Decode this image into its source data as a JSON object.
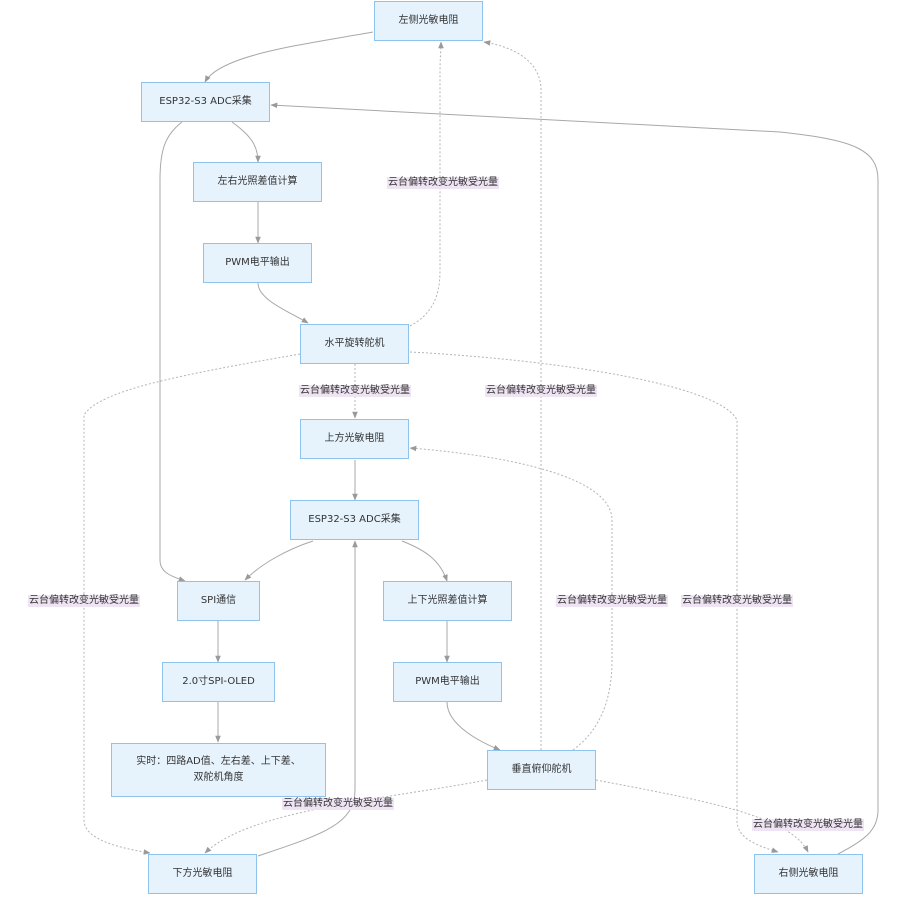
{
  "nodes": {
    "left_ldr": "左侧光敏电阻",
    "adc1": "ESP32-S3 ADC采集",
    "lr_diff": "左右光照差值计算",
    "pwm1": "PWM电平输出",
    "h_servo": "水平旋转舵机",
    "top_ldr": "上方光敏电阻",
    "adc2": "ESP32-S3 ADC采集",
    "spi": "SPI通信",
    "ud_diff": "上下光照差值计算",
    "oled": "2.0寸SPI-OLED",
    "pwm2": "PWM电平输出",
    "realtime": "实时：四路AD值、左右差、上下差、\n双舵机角度",
    "v_servo": "垂直俯仰舵机",
    "bottom_ldr": "下方光敏电阻",
    "right_ldr": "右侧光敏电阻"
  },
  "edge_label": "云台偏转改变光敏受光量",
  "colors": {
    "node_fill": "#e6f3fd",
    "node_border": "#8ec3ee",
    "edge": "#a8a8a8",
    "label_bg": "#efe4f3"
  }
}
